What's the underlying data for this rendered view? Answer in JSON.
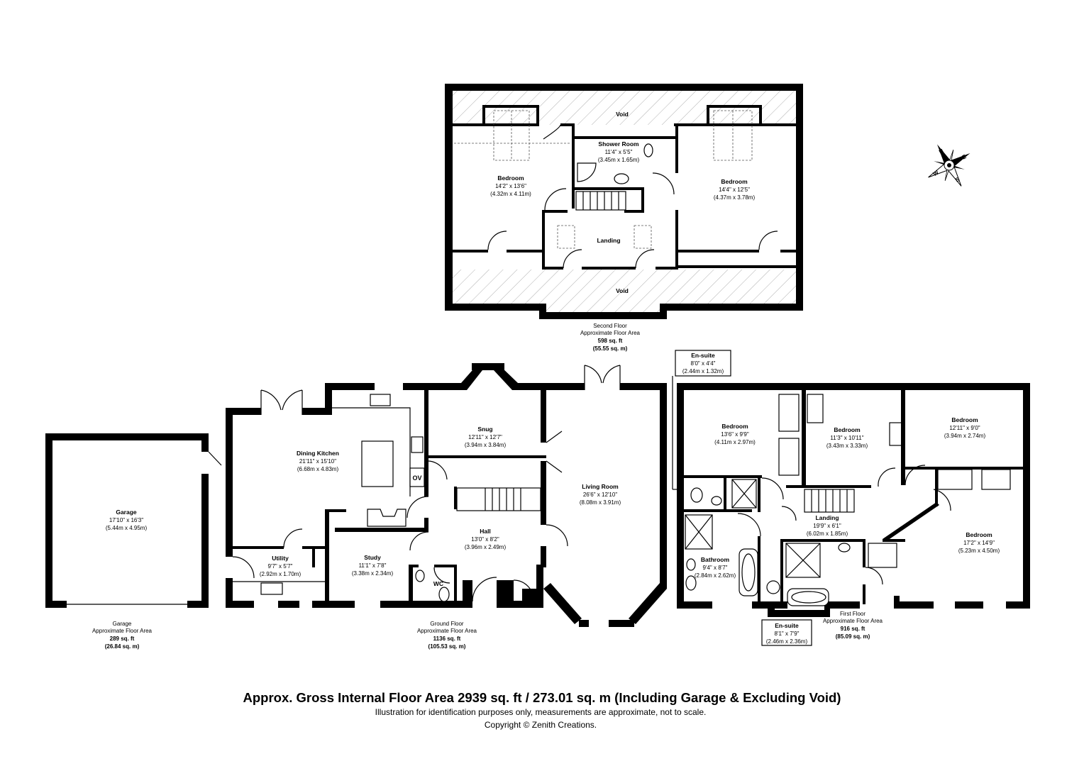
{
  "second_floor": {
    "void_top": "Void",
    "void_bottom": "Void",
    "shower_room": {
      "name": "Shower Room",
      "imperial": "11'4\" x 5'5\"",
      "metric": "(3.45m x 1.65m)"
    },
    "bedroom_left": {
      "name": "Bedroom",
      "imperial": "14'2\" x 13'6\"",
      "metric": "(4.32m x 4.11m)"
    },
    "bedroom_right": {
      "name": "Bedroom",
      "imperial": "14'4\" x 12'5\"",
      "metric": "(4.37m x 3.78m)"
    },
    "landing": {
      "name": "Landing"
    },
    "area": {
      "floor": "Second Floor",
      "label": "Approximate Floor Area",
      "sqft": "598 sq. ft",
      "sqm": "(55.55 sq. m)"
    }
  },
  "garage": {
    "room": {
      "name": "Garage",
      "imperial": "17'10\" x 16'3\"",
      "metric": "(5.44m x 4.95m)"
    },
    "area": {
      "floor": "Garage",
      "label": "Approximate Floor Area",
      "sqft": "289 sq. ft",
      "sqm": "(26.84 sq. m)"
    }
  },
  "ground_floor": {
    "dining_kitchen": {
      "name": "Dining Kitchen",
      "imperial": "21'11\" x 15'10\"",
      "metric": "(6.68m x 4.83m)"
    },
    "snug": {
      "name": "Snug",
      "imperial": "12'11\" x 12'7\"",
      "metric": "(3.94m x 3.84m)"
    },
    "living_room": {
      "name": "Living Room",
      "imperial": "26'6\" x 12'10\"",
      "metric": "(8.08m x 3.91m)"
    },
    "hall": {
      "name": "Hall",
      "imperial": "13'0\" x 8'2\"",
      "metric": "(3.96m x 2.49m)"
    },
    "utility": {
      "name": "Utility",
      "imperial": "9'7\" x 5'7\"",
      "metric": "(2.92m x 1.70m)"
    },
    "study": {
      "name": "Study",
      "imperial": "11'1\" x 7'8\"",
      "metric": "(3.38m x 2.34m)"
    },
    "wc": {
      "name": "WC"
    },
    "oven": "OV",
    "area": {
      "floor": "Ground Floor",
      "label": "Approximate Floor Area",
      "sqft": "1136 sq. ft",
      "sqm": "(105.53 sq. m)"
    }
  },
  "first_floor": {
    "ensuite_top": {
      "name": "En-suite",
      "imperial": "8'0\" x 4'4\"",
      "metric": "(2.44m x 1.32m)"
    },
    "bedroom_1": {
      "name": "Bedroom",
      "imperial": "13'6\" x 9'9\"",
      "metric": "(4.11m x 2.97m)"
    },
    "bedroom_2": {
      "name": "Bedroom",
      "imperial": "11'3\" x 10'11\"",
      "metric": "(3.43m x 3.33m)"
    },
    "bedroom_3": {
      "name": "Bedroom",
      "imperial": "12'11\" x 9'0\"",
      "metric": "(3.94m x 2.74m)"
    },
    "bedroom_4": {
      "name": "Bedroom",
      "imperial": "17'2\" x 14'9\"",
      "metric": "(5.23m x 4.50m)"
    },
    "landing": {
      "name": "Landing",
      "imperial": "19'9\" x 6'1\"",
      "metric": "(6.02m x 1.85m)"
    },
    "bathroom": {
      "name": "Bathroom",
      "imperial": "9'4\" x 8'7\"",
      "metric": "(2.84m x 2.62m)"
    },
    "ensuite_bottom": {
      "name": "En-suite",
      "imperial": "8'1\" x 7'9\"",
      "metric": "(2.46m x 2.36m)"
    },
    "area": {
      "floor": "First Floor",
      "label": "Approximate Floor Area",
      "sqft": "916 sq. ft",
      "sqm": "(85.09 sq. m)"
    }
  },
  "compass": {
    "n": "N",
    "s": "S",
    "e": "E",
    "w": "W"
  },
  "footer": {
    "gross_area": "Approx. Gross Internal Floor Area 2939 sq. ft / 273.01 sq. m (Including Garage & Excluding Void)",
    "disclaimer": "Illustration for identification purposes only, measurements are approximate, not to scale.",
    "copyright": "Copyright © Zenith Creations."
  }
}
